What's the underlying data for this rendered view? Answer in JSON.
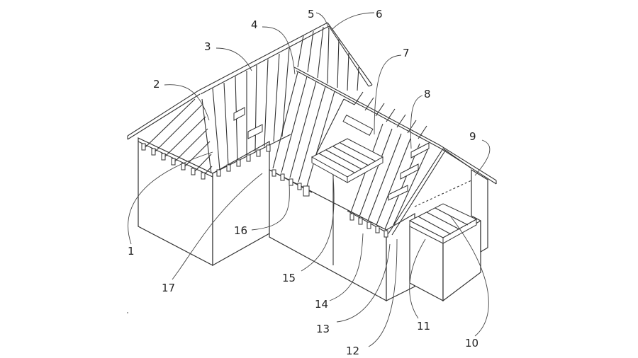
{
  "callouts": [
    {
      "id": 1,
      "text": "1"
    },
    {
      "id": 2,
      "text": "2"
    },
    {
      "id": 3,
      "text": "3"
    },
    {
      "id": 4,
      "text": "4"
    },
    {
      "id": 5,
      "text": "5"
    },
    {
      "id": 6,
      "text": "6"
    },
    {
      "id": 7,
      "text": "7"
    },
    {
      "id": 8,
      "text": "8"
    },
    {
      "id": 9,
      "text": "9"
    },
    {
      "id": 10,
      "text": "10"
    },
    {
      "id": 11,
      "text": "11"
    },
    {
      "id": 12,
      "text": "12"
    },
    {
      "id": 13,
      "text": "13"
    },
    {
      "id": 14,
      "text": "14"
    },
    {
      "id": 15,
      "text": "15"
    },
    {
      "id": 16,
      "text": "16"
    },
    {
      "id": 17,
      "text": "17"
    }
  ]
}
